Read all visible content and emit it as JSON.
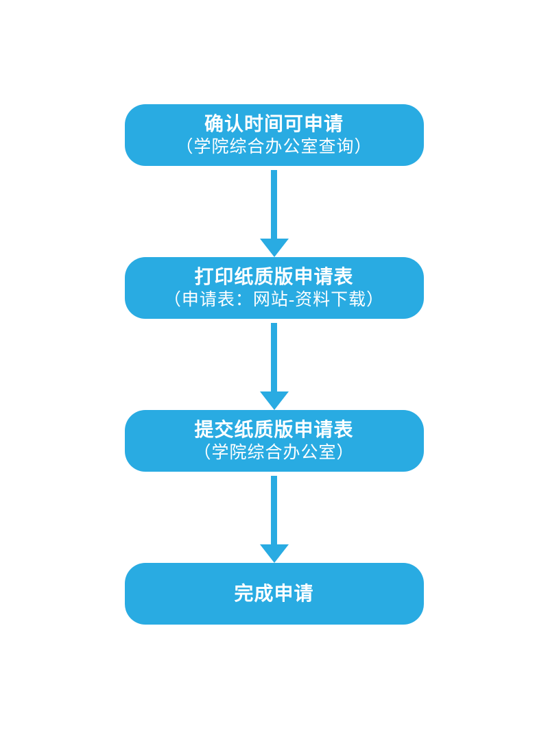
{
  "diagram": {
    "type": "flowchart",
    "direction": "top-to-bottom",
    "accent_color": "#29ABE2",
    "text_color": "#FFFFFF",
    "background_color": "#FFFFFF",
    "steps": [
      {
        "title": "确认时间可申请",
        "subtitle": "（学院综合办公室查询）"
      },
      {
        "title": "打印纸质版申请表",
        "subtitle": "（申请表：网站-资料下载）"
      },
      {
        "title": "提交纸质版申请表",
        "subtitle": "（学院综合办公室）"
      },
      {
        "title": "完成申请",
        "subtitle": ""
      }
    ]
  }
}
